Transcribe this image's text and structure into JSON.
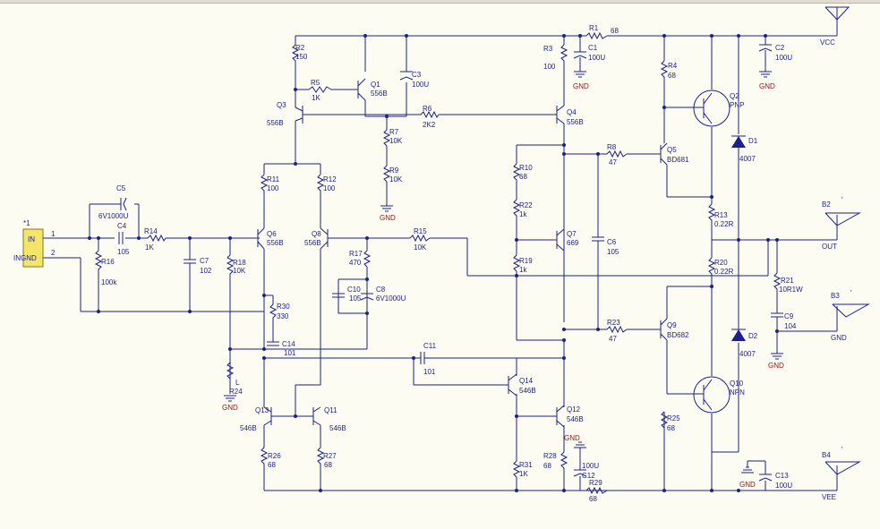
{
  "colors": {
    "wire": "#1c1f8c",
    "gnd_label": "#a01010",
    "connector_fill": "#f3e46a",
    "background": "#fcfcf2"
  },
  "connector": {
    "ref": "*1",
    "pin1": "IN",
    "pin2": "INGND",
    "pin1_num": "1",
    "pin2_num": "2"
  },
  "nets": {
    "vcc": "VCC",
    "vee": "VEE",
    "out": "OUT",
    "gnd": "GND"
  },
  "ports": {
    "b1": "",
    "b2": "B2",
    "b3": "B3",
    "b4": "B4",
    "tick": "'"
  },
  "labels": {
    "C5": "C5",
    "C5v": "6V1000U",
    "C4": "C4",
    "C4v": "105",
    "R14": "R14",
    "R14v": "1K",
    "R16": "R16",
    "R16v": "100k",
    "C7": "C7",
    "C7v": "102",
    "R18": "R18",
    "R18v": "10K",
    "R24": "R24",
    "R24L": "L",
    "R2": "R2",
    "R2v": "150",
    "Q3": "Q3",
    "Q3v": "556B",
    "R5": "R5",
    "R5v": "1K",
    "Q1": "Q1",
    "Q1v": "556B",
    "C3": "C3",
    "C3v": "100U",
    "R7": "R7",
    "R7v": "10K",
    "R9": "R9",
    "R9v": "10K",
    "R6": "R6",
    "R6v": "2K2",
    "R11": "R11",
    "R11v": "100",
    "R12": "R12",
    "R12v": "100",
    "Q6": "Q6",
    "Q6v": "556B",
    "Q8": "Q8",
    "Q8v": "556B",
    "R17": "R17",
    "R17v": "470",
    "C10": "C10",
    "C10v": "105",
    "C8": "C8",
    "C8v": "6V1000U",
    "R30": "R30",
    "R30v": "330",
    "C14": "C14",
    "C14v": "101",
    "C11": "C11",
    "C11v": "101",
    "Q13": "Q13",
    "Q13v": "546B",
    "Q11": "Q11",
    "Q11v": "546B",
    "R26": "R26",
    "R26v": "68",
    "R27": "R27",
    "R27v": "68",
    "R15": "R15",
    "R15v": "10K",
    "R1": "R1",
    "R1v": "68",
    "R3": "R3",
    "R3v": "100",
    "C1": "C1",
    "C1v": "100U",
    "Q4": "Q4",
    "Q4v": "556B",
    "R10": "R10",
    "R10v": "68",
    "R22": "R22",
    "R22v": "1k",
    "R19": "R19",
    "R19v": "1k",
    "Q7": "Q7",
    "Q7v": "669",
    "C6": "C6",
    "C6v": "105",
    "R8": "R8",
    "R8v": "47",
    "Q5": "Q5",
    "Q5v": "BD681",
    "R23": "R23",
    "R23v": "47",
    "Q9": "Q9",
    "Q9v": "BD682",
    "Q14": "Q14",
    "Q14v": "546B",
    "Q12": "Q12",
    "Q12v": "546B",
    "R31": "R31",
    "R31v": "1K",
    "R28": "R28",
    "R28v": "68",
    "C12": "C12",
    "C12v": "100U",
    "R29": "R29",
    "R29v": "68",
    "R4": "R4",
    "R4v": "68",
    "Q2": "Q2",
    "Q2v": "PNP",
    "D1": "D1",
    "D1v": "4007",
    "R13": "R13",
    "R13v": "0.22R",
    "R20": "R20",
    "R20v": "0.22R",
    "D2": "D2",
    "D2v": "4007",
    "Q10": "Q10",
    "Q10v": "NPN",
    "R25": "R25",
    "R25v": "68",
    "C2": "C2",
    "C2v": "100U",
    "R21": "R21",
    "R21v": "10R1W",
    "C9": "C9",
    "C9v": "104",
    "C13": "C13",
    "C13v": "100U"
  }
}
